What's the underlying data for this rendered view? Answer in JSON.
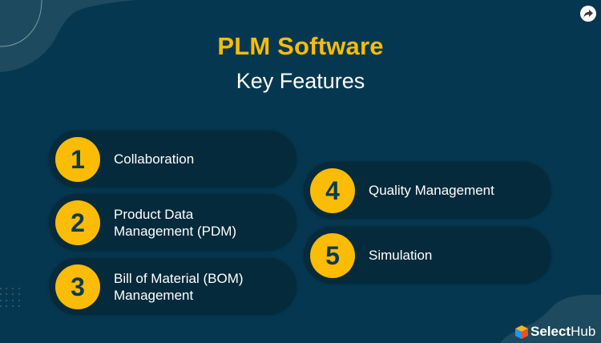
{
  "header": {
    "title": "PLM Software",
    "subtitle": "Key Features"
  },
  "share_button": {
    "icon": "share-arrow-icon"
  },
  "features": [
    {
      "number": "1",
      "label": "Collaboration"
    },
    {
      "number": "2",
      "label": "Product Data Management (PDM)"
    },
    {
      "number": "3",
      "label": "Bill of Material (BOM) Management"
    },
    {
      "number": "4",
      "label": "Quality Management"
    },
    {
      "number": "5",
      "label": "Simulation"
    }
  ],
  "brand": {
    "name_bold": "Select",
    "name_regular": "Hub",
    "icon": "selecthub-cube-logo-icon"
  },
  "colors": {
    "background": "#053850",
    "pill": "#052a3b",
    "accent_yellow": "#fbbc05",
    "number_text": "#0b3a50",
    "blob": "#1d4a5e",
    "text": "#ffffff"
  }
}
